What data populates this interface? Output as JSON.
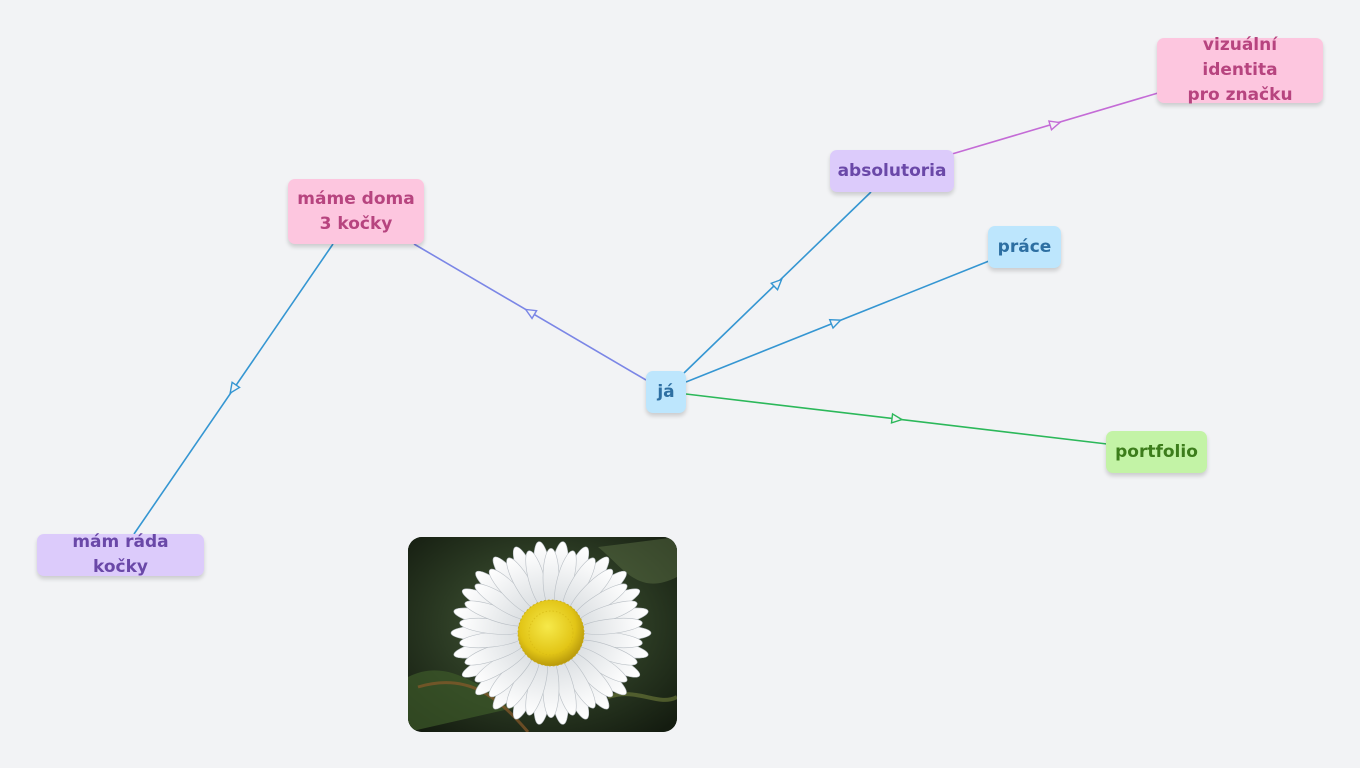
{
  "mindmap": {
    "central": {
      "id": "n-ja",
      "label": "já",
      "color": "#bde6fd"
    },
    "nodes": [
      {
        "id": "n-mame",
        "label": "máme doma\n3 kočky",
        "style": "pink"
      },
      {
        "id": "n-mam",
        "label": "mám ráda kočky",
        "style": "purple"
      },
      {
        "id": "n-abs",
        "label": "absolutoria",
        "style": "purple"
      },
      {
        "id": "n-prace",
        "label": "práce",
        "style": "blue"
      },
      {
        "id": "n-portfolio",
        "label": "portfolio",
        "style": "green"
      },
      {
        "id": "n-viz",
        "label": "vizuální identita\npro značku",
        "style": "pink"
      }
    ],
    "edges": [
      {
        "from": "n-ja",
        "to": "n-mame",
        "color": "#7b86e6"
      },
      {
        "from": "n-mame",
        "to": "n-mam",
        "color": "#3596d2"
      },
      {
        "from": "n-ja",
        "to": "n-abs",
        "color": "#3596d2"
      },
      {
        "from": "n-abs",
        "to": "n-viz",
        "color": "#c46bd6"
      },
      {
        "from": "n-ja",
        "to": "n-prace",
        "color": "#3596d2"
      },
      {
        "from": "n-ja",
        "to": "n-portfolio",
        "color": "#2cb85a"
      }
    ]
  },
  "image": {
    "icon": "daisy-flower-photo"
  }
}
